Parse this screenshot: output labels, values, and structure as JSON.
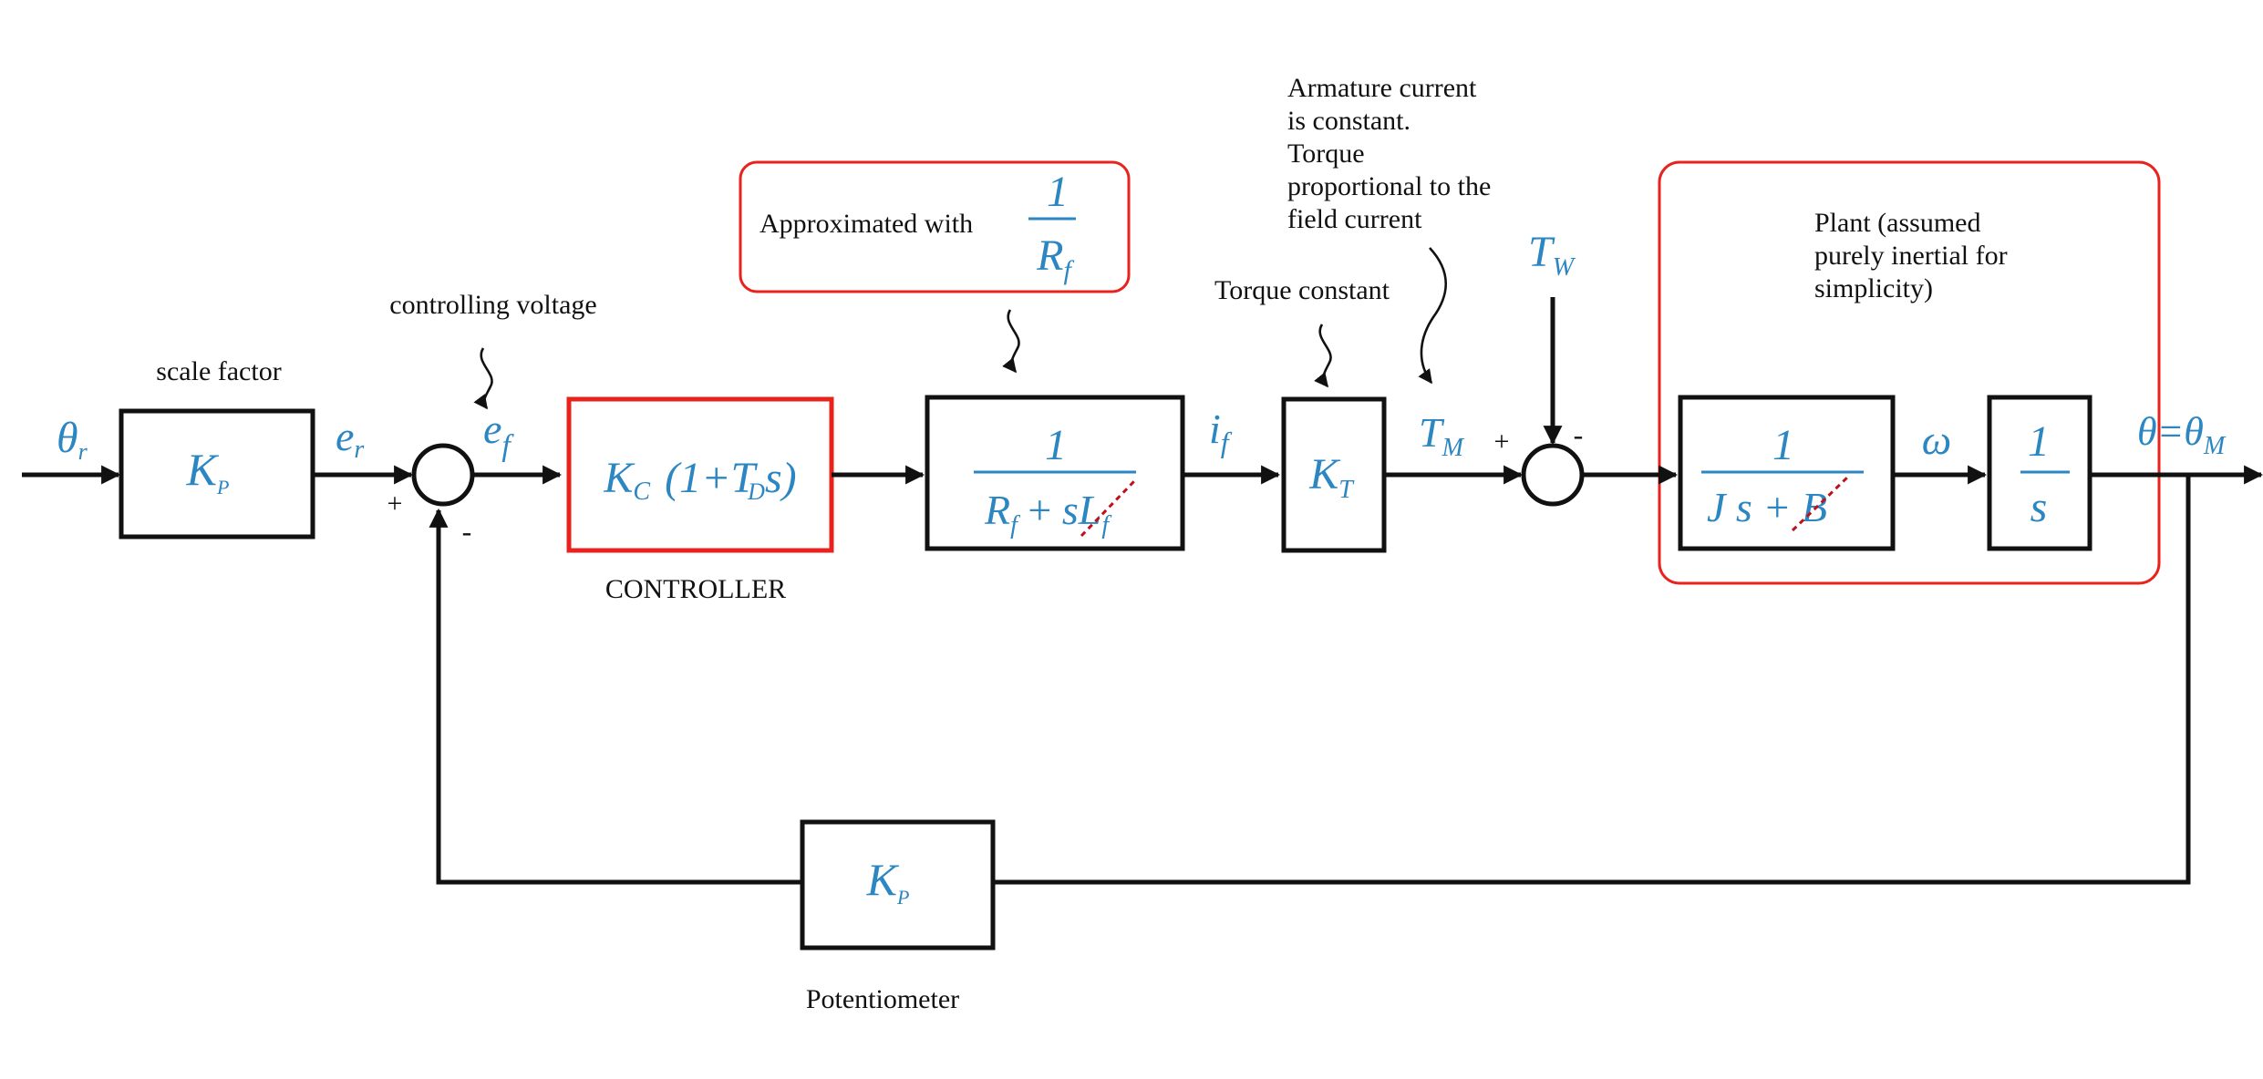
{
  "colors": {
    "math": "#2b86c2",
    "line": "#111111",
    "highlight": "#e8231e",
    "strike": "#c0101a"
  },
  "annotations": {
    "scale_factor": "scale factor",
    "controlling_voltage": "controlling voltage",
    "controller": "CONTROLLER",
    "approximated_with": "Approximated with",
    "torque_constant": "Torque constant",
    "armature_note": [
      "Armature current",
      "is constant.",
      "Torque",
      "proportional to the",
      "field current"
    ],
    "plant_note": [
      "Plant (assumed",
      "purely inertial for",
      "simplicity)"
    ],
    "potentiometer": "Potentiometer"
  },
  "signs": {
    "sum1_plus": "+",
    "sum1_minus": "-",
    "sum2_plus": "+",
    "sum2_minus": "-"
  },
  "signals": {
    "theta_r": {
      "base": "θ",
      "sub": "r"
    },
    "e_r": {
      "base": "e",
      "sub": "r"
    },
    "e_f": {
      "base": "e",
      "sub": "f"
    },
    "i_f": {
      "base": "i",
      "sub": "f"
    },
    "T_M": {
      "base": "T",
      "sub": "M"
    },
    "T_W": {
      "base": "T",
      "sub": "W"
    },
    "omega": "ω",
    "theta_out": {
      "lhs": "θ=θ",
      "sub": "M"
    }
  },
  "blocks": {
    "scale_factor": {
      "base": "K",
      "sub": "P"
    },
    "controller": {
      "k": "K",
      "k_sub": "C",
      "open": "(1+T",
      "t_sub": "D",
      "close": "s)"
    },
    "approx": {
      "num": "1",
      "den_base": "R",
      "den_sub": "f"
    },
    "field": {
      "num": "1",
      "den_r": "R",
      "den_r_sub": "f",
      "den_mid": " + ",
      "den_s": "s",
      "den_l": "L",
      "den_l_sub": "f"
    },
    "torque": {
      "base": "K",
      "sub": "T"
    },
    "inertia": {
      "num": "1",
      "den_j": "J s + ",
      "den_b": "B"
    },
    "integrator": {
      "num": "1",
      "den": "s"
    },
    "potentiometer": {
      "base": "K",
      "sub": "P"
    }
  }
}
